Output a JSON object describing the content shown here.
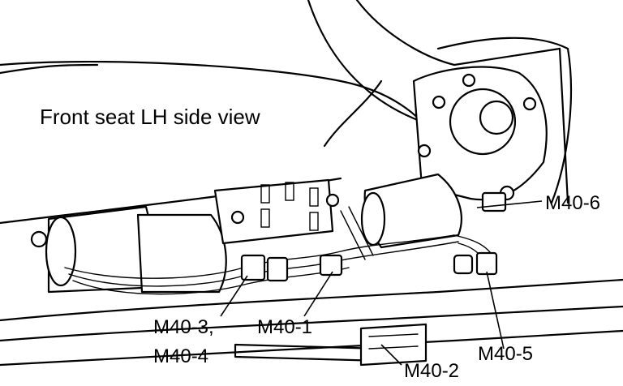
{
  "title": "Front seat LH side view",
  "callouts": {
    "m40_6": "M40-6",
    "m40_3": "M40-3,",
    "m40_4": "M40-4",
    "m40_1": "M40-1",
    "m40_5": "M40-5",
    "m40_2": "M40-2"
  },
  "colors": {
    "ink": "#000000",
    "paper": "#ffffff"
  }
}
